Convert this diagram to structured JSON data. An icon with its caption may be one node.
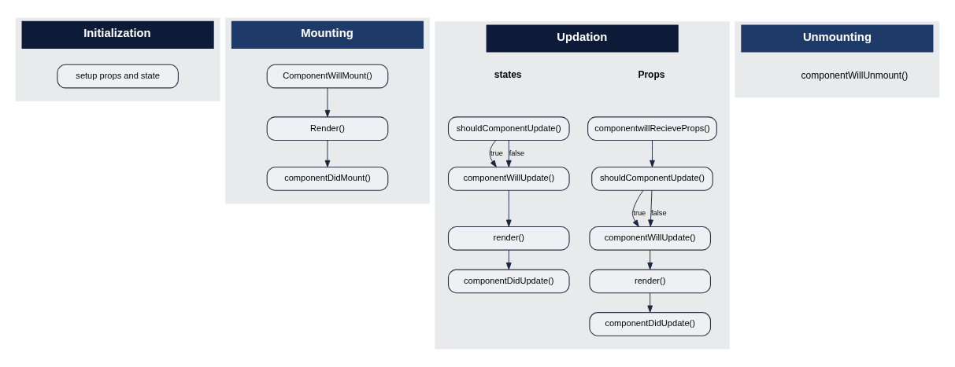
{
  "diagram": {
    "nodes": [
      {
        "text": [
          "Initialization"
        ]
      },
      {
        "text": [
          "setup props and state"
        ],
        "in": 0
      },
      {
        "text": [
          "Mounting"
        ]
      },
      {
        "text": [
          "ComponentWillMount()"
        ],
        "in": 2
      },
      {
        "text": [
          "Render()"
        ],
        "in": 2
      },
      {
        "text": [
          "componentDidMount()"
        ],
        "in": 2
      },
      {
        "text": [
          "Updation"
        ]
      },
      {
        "text": [
          "componentwillRecieveProps()"
        ],
        "in": 6
      },
      {
        "text": [
          "shouldComponentUpdate()"
        ],
        "in": 6
      },
      {
        "text": [
          "componentWillUpdate()"
        ],
        "in": 6
      },
      {
        "text": [
          "render()"
        ],
        "in": 6
      },
      {
        "text": [
          "componentDidUpdate()"
        ],
        "in": 6
      },
      {
        "text": [
          "shouldComponentUpdate()"
        ],
        "in": 6
      },
      {
        "text": [
          "componentWillUpdate()"
        ],
        "in": 6
      },
      {
        "text": [
          "render()"
        ],
        "in": 6
      },
      {
        "text": [
          "componentDidUpdate()"
        ],
        "in": 6
      },
      {
        "text": [
          "Unmounting"
        ]
      }
    ],
    "edges": [
      {
        "from": 3,
        "to": 4,
        "arrow": "to"
      },
      {
        "from": 4,
        "to": 5,
        "arrow": "to"
      },
      {
        "from": 7,
        "to": 8,
        "arrow": "to"
      },
      {
        "from": 8,
        "to": 9,
        "arrow": "to",
        "label": "true"
      },
      {
        "from": 8,
        "to": 9,
        "arrow": "to",
        "label": "false"
      },
      {
        "from": 9,
        "to": 10,
        "arrow": "to"
      },
      {
        "from": 10,
        "to": 11,
        "arrow": "to"
      },
      {
        "from": 12,
        "to": 13,
        "arrow": "to",
        "label": "true"
      },
      {
        "from": 12,
        "to": 13,
        "arrow": "to",
        "label": "false"
      },
      {
        "from": 13,
        "to": 14,
        "arrow": "to"
      },
      {
        "from": 14,
        "to": 15,
        "arrow": "to"
      }
    ],
    "labels": [
      "Props",
      "states",
      "componentWillUnmount()"
    ]
  }
}
